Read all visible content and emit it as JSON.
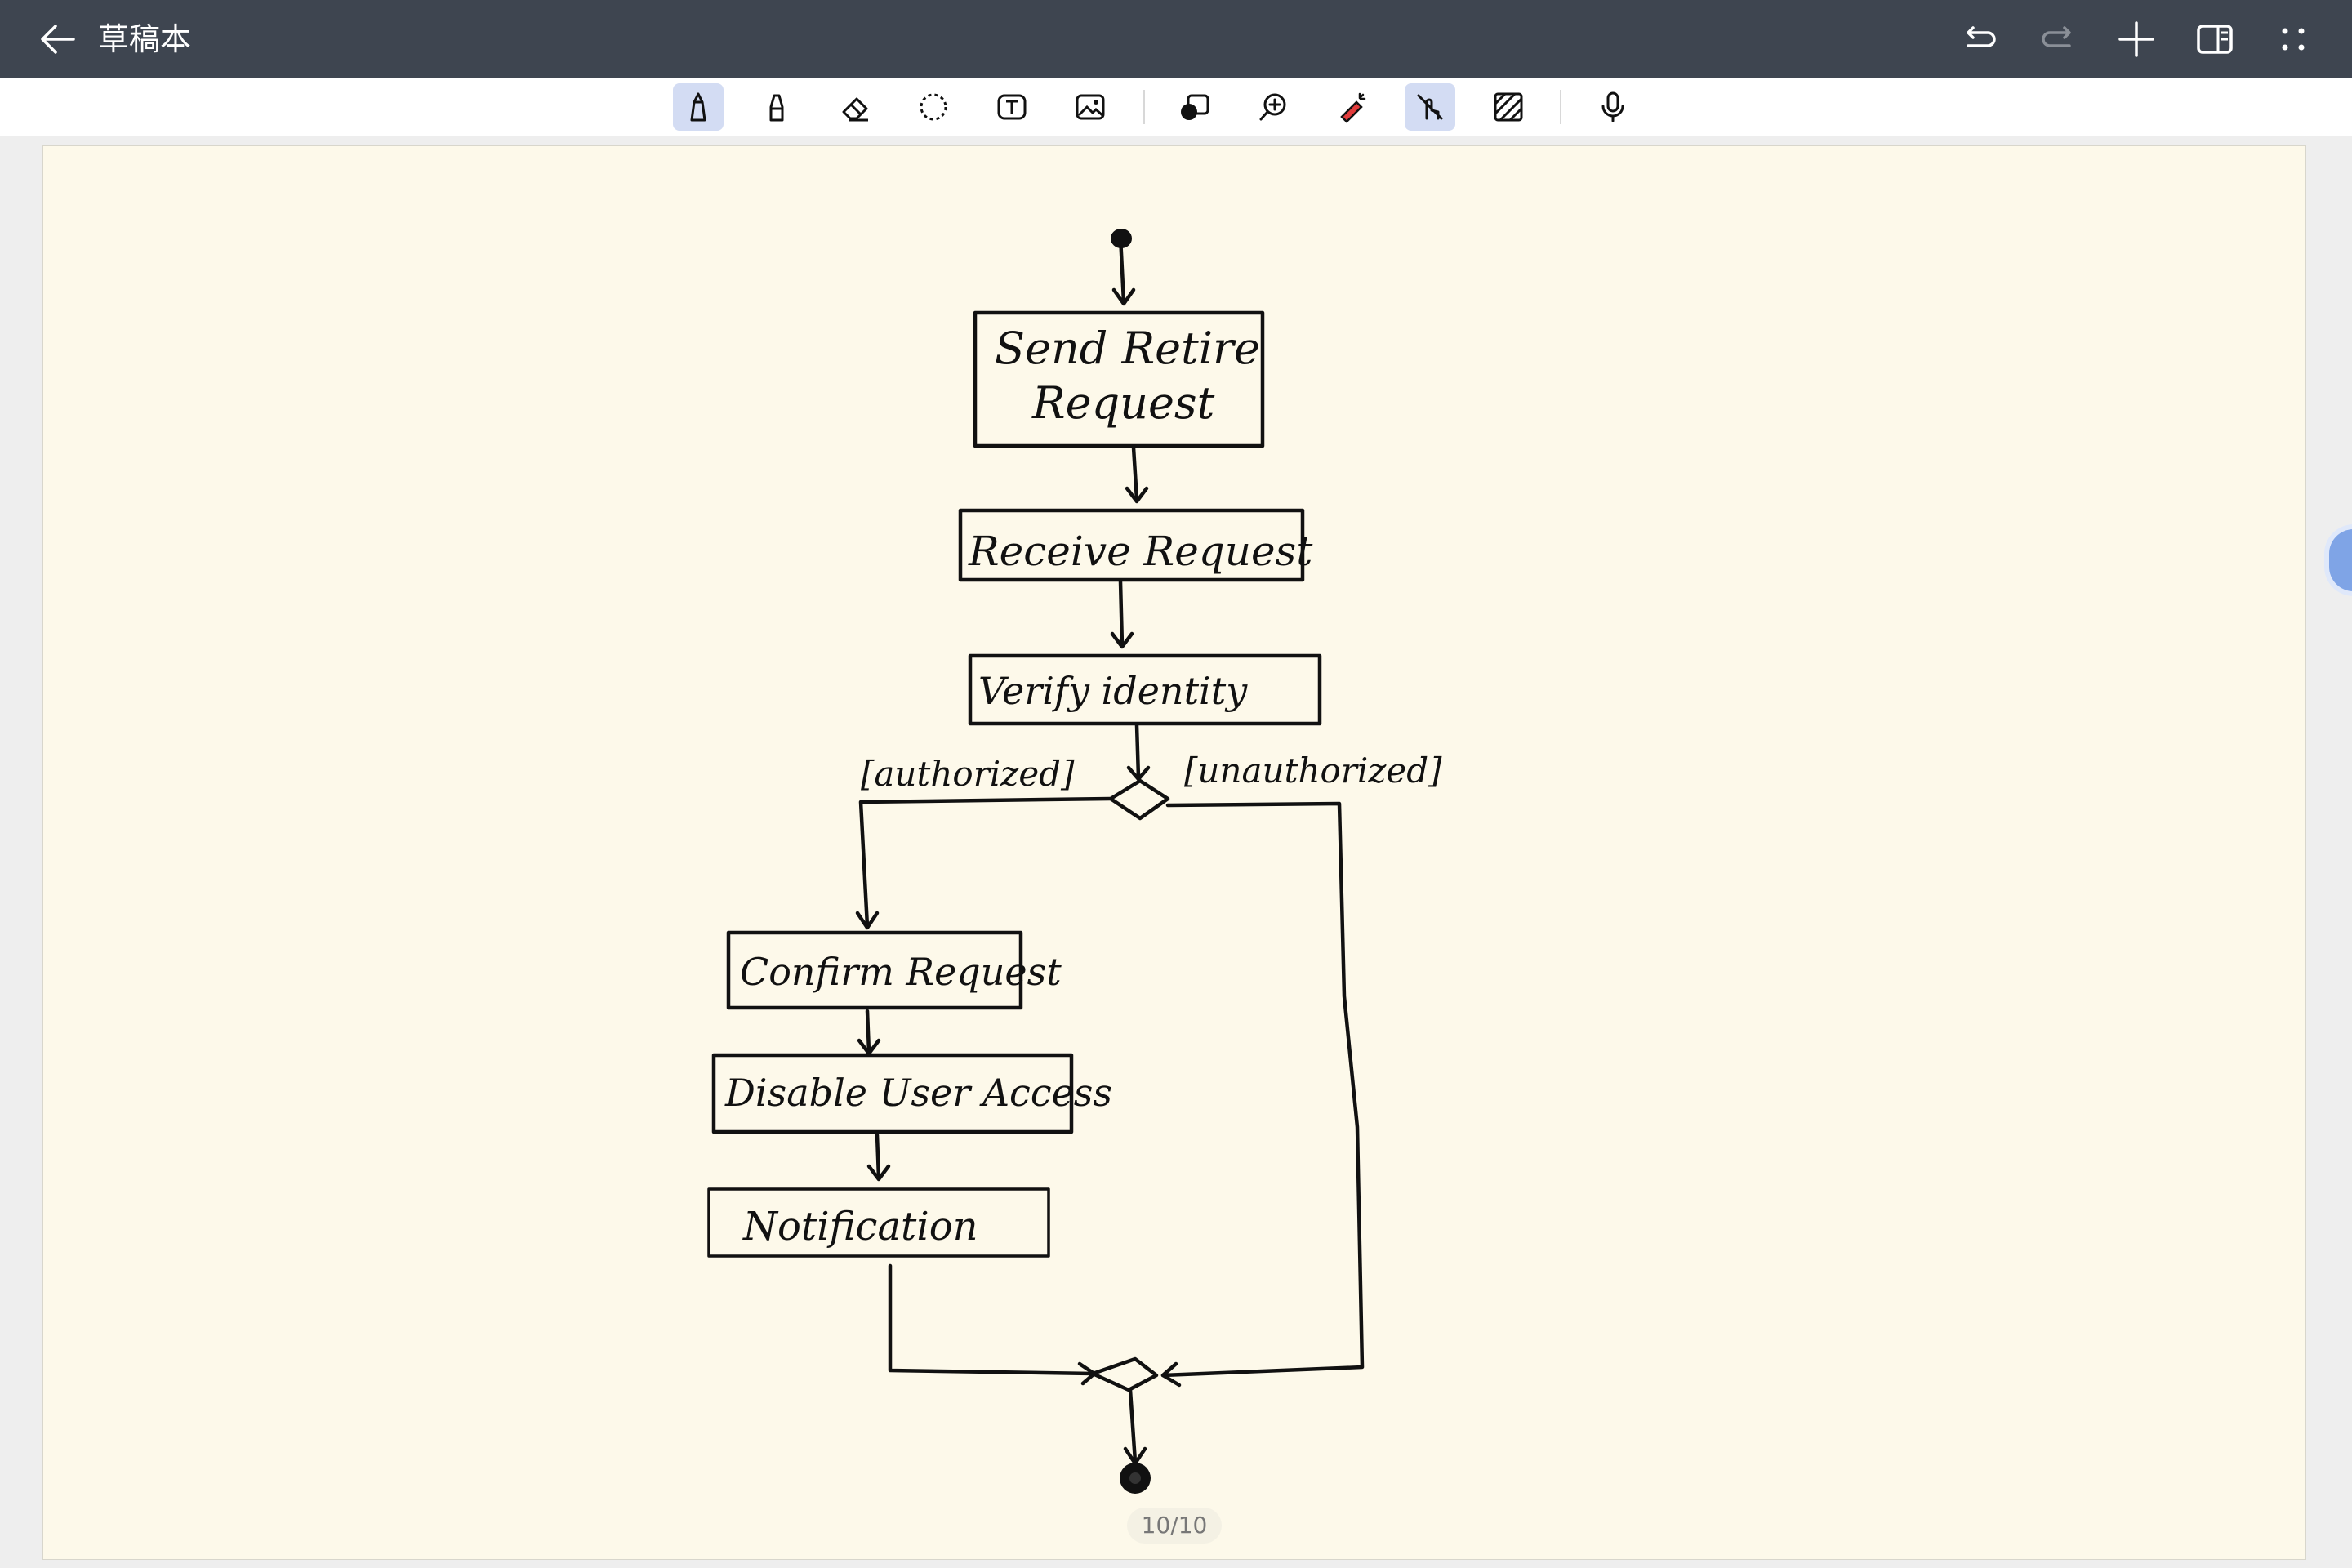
{
  "window": {
    "title": "草稿本"
  },
  "toolbar": {
    "tools": [
      {
        "name": "pen",
        "active": true
      },
      {
        "name": "highlighter",
        "active": false
      },
      {
        "name": "eraser",
        "active": false
      },
      {
        "name": "lasso",
        "active": false
      },
      {
        "name": "text-box",
        "active": false
      },
      {
        "name": "image",
        "active": false
      },
      {
        "name": "shape",
        "active": false
      },
      {
        "name": "zoom",
        "active": false
      },
      {
        "name": "laser-pointer",
        "active": false
      },
      {
        "name": "finger-draw",
        "active": true
      },
      {
        "name": "background-pattern",
        "active": false
      },
      {
        "name": "microphone",
        "active": false
      }
    ]
  },
  "header_actions": [
    "undo",
    "redo",
    "add-page",
    "sidebar-panel",
    "more"
  ],
  "diagram": {
    "nodes": {
      "send_request": [
        "Send Retire",
        "Request"
      ],
      "receive_request": "Receive Request",
      "verify_identity": "Verify identity",
      "confirm_request": "Confirm Request",
      "disable_access": "Disable User Access",
      "notification": "Notification"
    },
    "guards": {
      "authorized": "[authorized]",
      "unauthorized": "[unauthorized]"
    }
  },
  "page": {
    "indicator": "10/10"
  },
  "colors": {
    "titlebar": "#3e4550",
    "canvas": "#fdf9ea",
    "active_tool": "#d3dcf3",
    "ink": "#111111"
  }
}
